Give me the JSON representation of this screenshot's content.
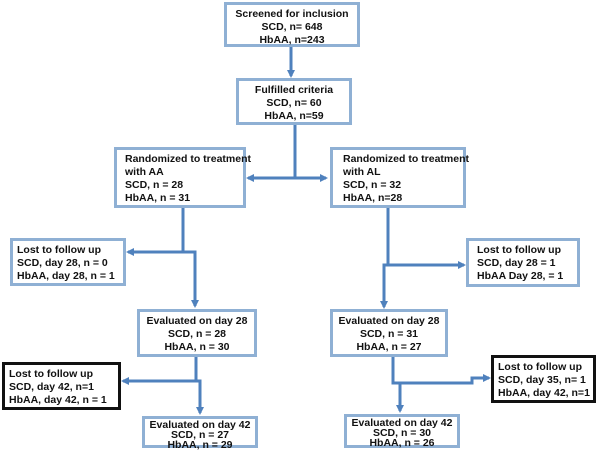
{
  "boxes": {
    "screened": {
      "lines": [
        "Screened for inclusion",
        "SCD, n= 648",
        "HbAA, n=243"
      ]
    },
    "fulfilled": {
      "lines": [
        "Fulfilled criteria",
        "SCD, n= 60",
        "HbAA, n=59"
      ]
    },
    "rand_aa": {
      "lines": [
        "Randomized to treatment",
        "with AA",
        "SCD, n = 28",
        "HbAA, n = 31"
      ]
    },
    "rand_al": {
      "lines": [
        "Randomized to treatment",
        "with AL",
        "SCD, n = 32",
        "HbAA, n=28"
      ]
    },
    "lost_aa_28": {
      "lines": [
        "Lost to follow up",
        "SCD, day 28, n = 0",
        "HbAA, day 28, n = 1"
      ]
    },
    "lost_al_28": {
      "lines": [
        "Lost to follow up",
        "SCD, day 28 = 1",
        "HbAA Day 28, = 1"
      ]
    },
    "eval_aa_28": {
      "lines": [
        "Evaluated on day 28",
        "SCD, n = 28",
        "HbAA, n = 30"
      ]
    },
    "eval_al_28": {
      "lines": [
        "Evaluated on day 28",
        "SCD, n = 31",
        "HbAA, n = 27"
      ]
    },
    "lost_aa_42": {
      "lines": [
        "Lost to follow up",
        "SCD, day 42, n=1",
        "HbAA, day 42, n = 1"
      ]
    },
    "lost_al_42": {
      "lines": [
        "Lost to follow up",
        "SCD, day 35, n= 1",
        "HbAA, day 42, n=1"
      ]
    },
    "eval_aa_42": {
      "lines": [
        "Evaluated on day 42",
        "SCD, n = 27",
        "HbAA, n = 29"
      ]
    },
    "eval_al_42": {
      "lines": [
        "Evaluated on day 42",
        "SCD, n = 30",
        "HbAA, n = 26"
      ]
    }
  },
  "colors": {
    "arrow": "#4f81bd",
    "box_border": "#8fb0d4",
    "box_border_dark": "#111111"
  }
}
